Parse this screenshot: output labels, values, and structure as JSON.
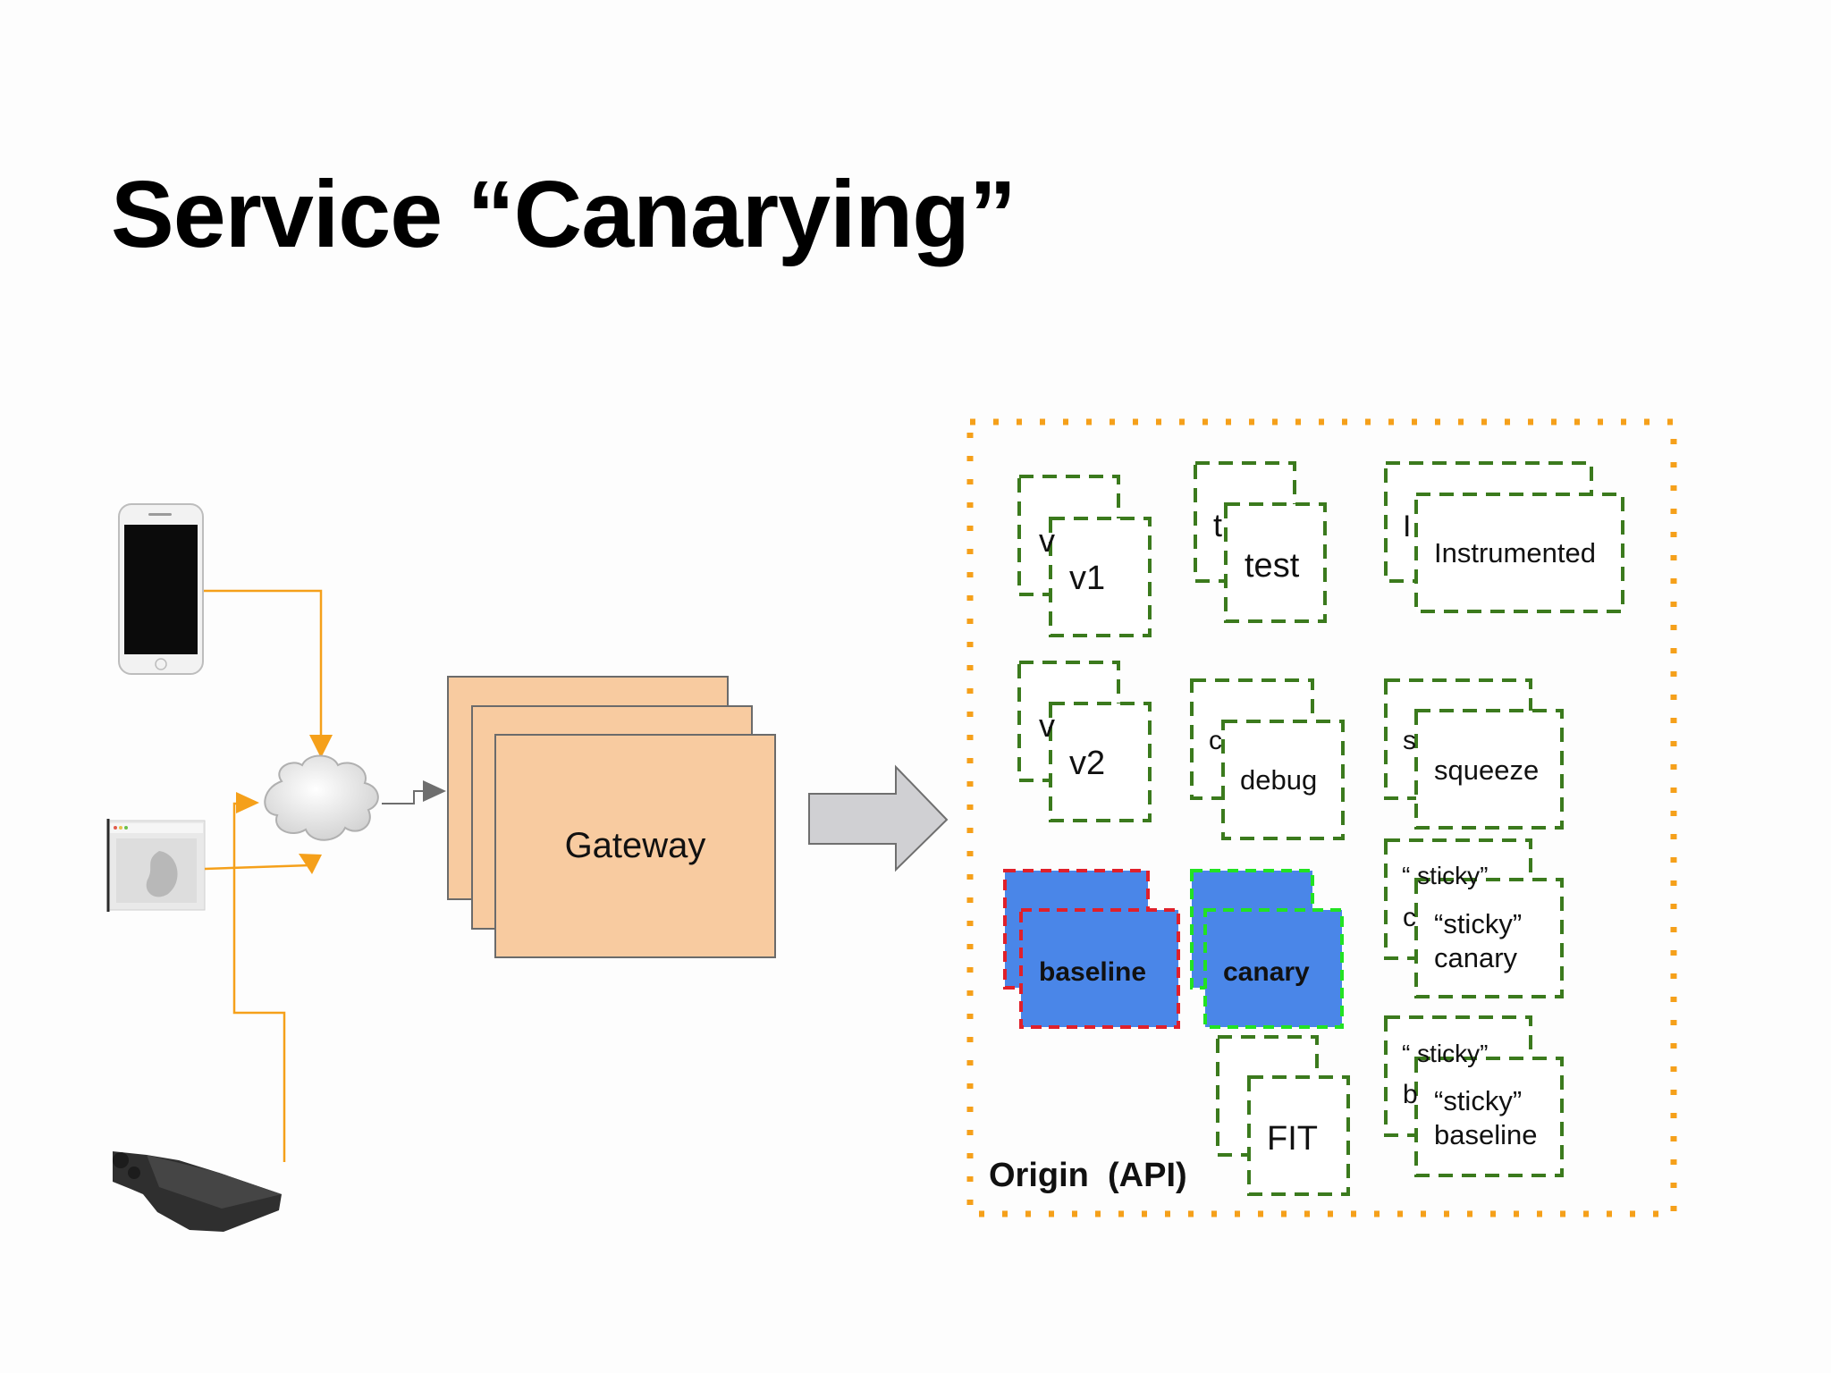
{
  "slide": {
    "title": "Service “Canarying”"
  },
  "gateway": {
    "label": "Gateway"
  },
  "origin": {
    "label": "Origin  (API)"
  },
  "clients": [
    "phone-icon",
    "browser-icon",
    "router-device-icon"
  ],
  "colors": {
    "accent_orange": "#f5a01a",
    "gateway_fill": "#f8cba0",
    "cluster_blue": "#4a86e8",
    "dash_green": "#3b7a1d",
    "baseline_dash": "#e0202a",
    "canary_dash": "#22e222"
  },
  "clusters": {
    "v1": {
      "back": "v",
      "front": "v1"
    },
    "test": {
      "back": "t",
      "front": "test"
    },
    "instrumented": {
      "back": "I",
      "front": "Instrumented"
    },
    "v2": {
      "back": "v",
      "front": "v2"
    },
    "debug": {
      "back": "c",
      "front": "debug"
    },
    "squeeze": {
      "back": "s",
      "front": "squeeze"
    },
    "baseline": {
      "front": "baseline"
    },
    "canary": {
      "front": "canary"
    },
    "sticky_canary": {
      "back_top": "“ sticky”",
      "back_side": "c",
      "front_l1": "“sticky”",
      "front_l2": "canary"
    },
    "sticky_baseline": {
      "back_top": "“ sticky”",
      "back_side": "b",
      "front_l1": "“sticky”",
      "front_l2": "baseline"
    },
    "fit": {
      "front": "FIT"
    }
  }
}
